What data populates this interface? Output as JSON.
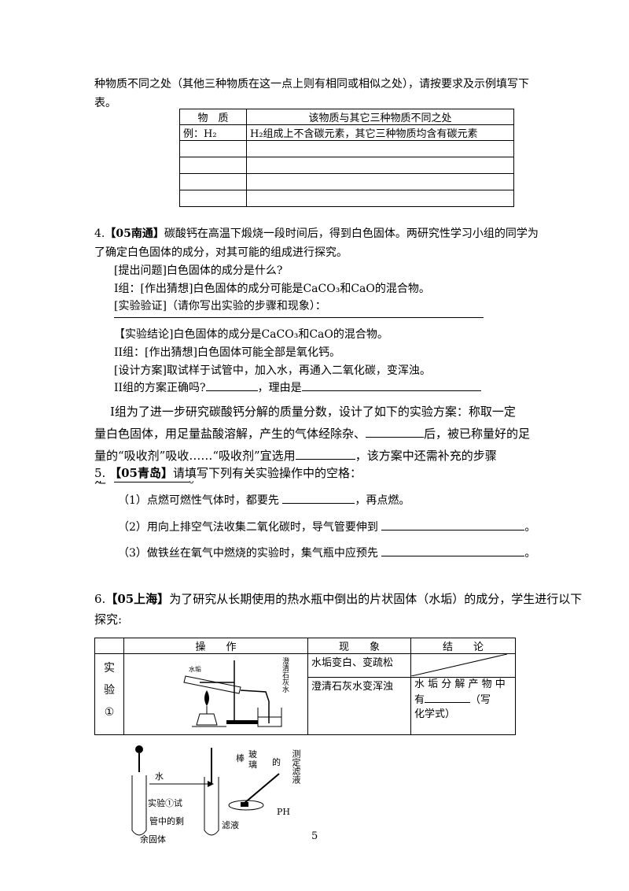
{
  "intro": {
    "line1": "种物质不同之处（其他三种物质在这一点上则有相同或相似之处），请按要求及示例填写下",
    "line2": "表。"
  },
  "table1": {
    "header_col1": "物　质",
    "header_col2": "该物质与其它三种物质不同之处",
    "example_col1": "例：H₂",
    "example_col2": "H₂组成上不含碳元素，其它三种物质均含有碳元素"
  },
  "q4": {
    "num": "4.",
    "tag": "【05南通】",
    "text1": "碳酸钙在高温下煅烧一段时间后，得到白色固体。两研究性学习小组的同学为",
    "text2": "了确定白色固体的成分，对其可能的组成进行探究。",
    "l1": "[提出问题]白色固体的成分是什么?",
    "l2": "I组：[作出猜想]白色固体的成分可能是CaCO₃和CaO的混合物。",
    "l3": "[实验验证]（请你写出实验的步骤和现象）：",
    "l4": "【实验结论]白色固体的成分是CaCO₃和CaO的混合物。",
    "l5": "II组：[作出猜想]白色固体可能全部是氧化钙。",
    "l6": "[设计方案]取试样于试管中，加入水，再通入二氧化碳，变浑浊。",
    "l7a": "II组的方案正确吗?",
    "l7b": "，理由是",
    "p1": "I组为了进一步研究碳酸钙分解的质量分数，设计了如下的实验方案：称取一定",
    "p2a": "量白色固体，用足量盐酸溶解，产生的气体经除杂、",
    "p2b": "后，被已称量好的足",
    "p3a": "量的“吸收剂”吸收……“吸收剂”宜选用",
    "p3b": "，该方案中还需补充的步骤",
    "p4a": "是",
    "p4b": "。"
  },
  "q5": {
    "num": "5.",
    "tag": "【05青岛】",
    "text": "请填写下列有关实验操作中的空格：",
    "i1a": "（1）点燃可燃性气体时，都要先",
    "i1b": "，再点燃。",
    "i2a": "（2）用向上排空气法收集二氧化碳时，导气管要伸到",
    "i2b": "。",
    "i3a": "（3）做铁丝在氧气中燃烧的实验时，集气瓶中应预先",
    "i3b": "。"
  },
  "q6": {
    "num": "6.",
    "tag": "【05上海】",
    "text1": "为了研究从长期使用的热水瓶中倒出的片状固体（水垢）的成分，学生进行以下",
    "text2": "探究:",
    "col_op": "操　　作",
    "col_ph": "现　　象",
    "col_con": "结　　论",
    "row_label_1": "实",
    "row_label_2": "验",
    "row_label_3": "①",
    "phen1": "水垢变白、变疏松",
    "phen2": "澄清石灰水变浑浊",
    "con_a": "水 垢 分 解 产 物 中",
    "con_b": "有",
    "con_c": "（写",
    "con_d": "化学式）",
    "app_label_scale": "水垢",
    "app_label_lime": "澄清石灰水"
  },
  "figure": {
    "water": "水",
    "left_label_1": "实验①试",
    "left_label_2": "管中的剩",
    "left_label_3": "余固体",
    "filtrate": "滤液",
    "rod_1": "棒",
    "rod_2": "玻",
    "rod_3": "璃",
    "de": "的",
    "measure": "测定滤液",
    "ph": "PH"
  },
  "page_number": "5"
}
